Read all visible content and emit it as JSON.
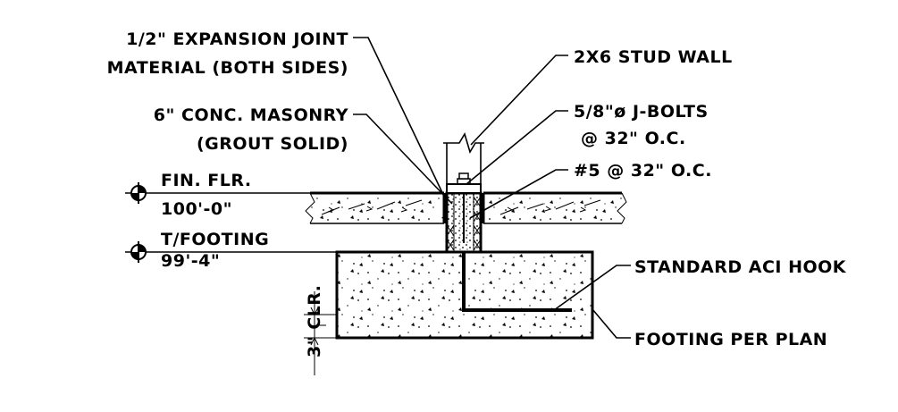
{
  "drawing": {
    "callouts": {
      "expansion_joint_line1": "1/2\" EXPANSION JOINT",
      "expansion_joint_line2": "MATERIAL (BOTH SIDES)",
      "masonry_line1": "6\" CONC. MASONRY",
      "masonry_line2": "(GROUT SOLID)",
      "stud_wall": "2X6 STUD WALL",
      "j_bolts_line1": "5/8\"ø J-BOLTS",
      "j_bolts_line2": "@ 32\" O.C.",
      "rebar": "#5 @ 32\" O.C.",
      "aci_hook": "STANDARD ACI HOOK",
      "footing": "FOOTING PER PLAN",
      "clearance": "3\" CLR."
    },
    "elevations": [
      {
        "label": "FIN. FLR.",
        "value": "100'-0\""
      },
      {
        "label": "T/FOOTING",
        "value": "99'-4\""
      }
    ],
    "symbols": {
      "elevation_marker": "elevation-target-icon"
    }
  }
}
